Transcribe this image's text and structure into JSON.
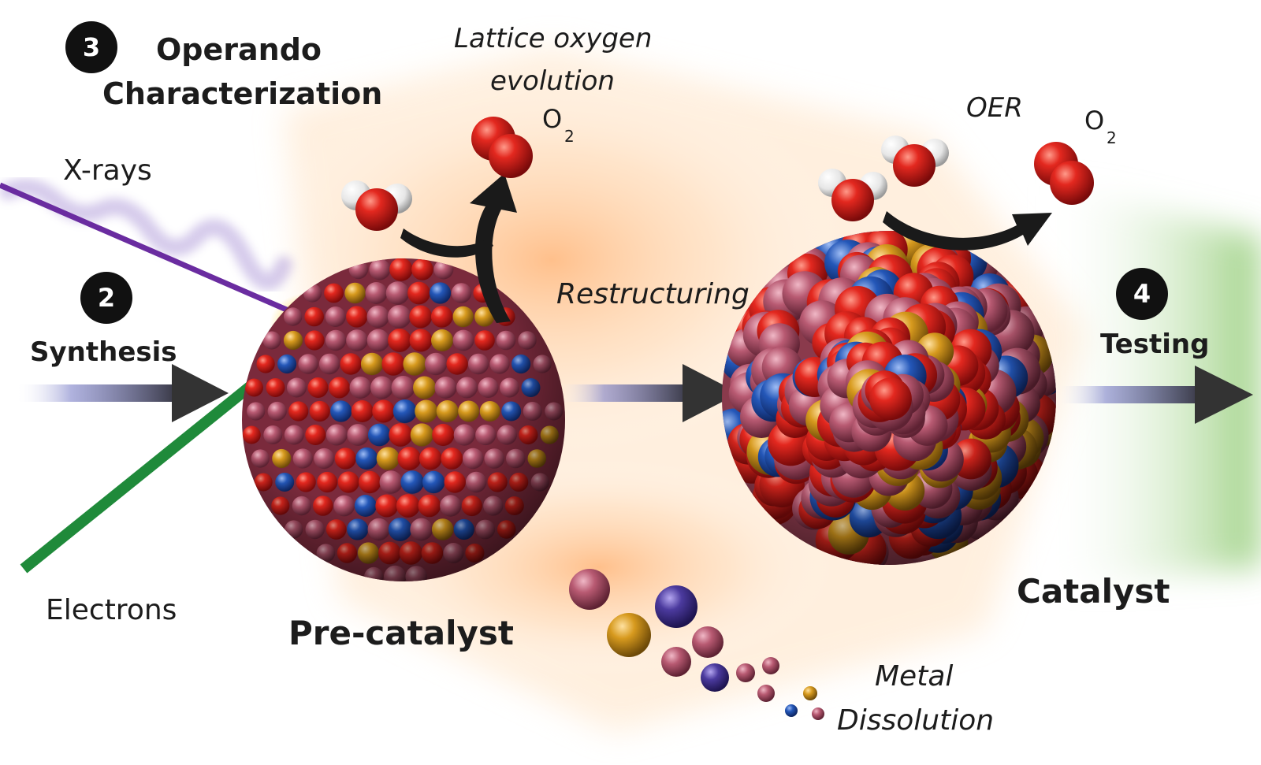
{
  "steps": [
    {
      "number": "3",
      "title_line1": "Operando",
      "title_line2": "Characterization"
    },
    {
      "number": "2",
      "title": "Synthesis"
    },
    {
      "number": "4",
      "title": "Testing"
    }
  ],
  "probes": {
    "xrays": "X-rays",
    "electrons": "Electrons"
  },
  "stages": {
    "precatalyst": "Pre-catalyst",
    "catalyst": "Catalyst"
  },
  "processes": {
    "lattice_line1": "Lattice oxygen",
    "lattice_line2": "evolution",
    "oer": "OER",
    "restructuring": "Restructuring",
    "dissolution_line1": "Metal",
    "dissolution_line2": "Dissolution"
  },
  "molecules": {
    "o2_main": "O",
    "o2_sub": "2"
  },
  "colors": {
    "atom_red": "#d81e1e",
    "atom_pink": "#b85a72",
    "atom_blue": "#2457b8",
    "atom_gold": "#d79a1e",
    "xray_beam": "#6a2ca0",
    "electron_beam": "#1f8a3a",
    "arrow": "#333333"
  }
}
